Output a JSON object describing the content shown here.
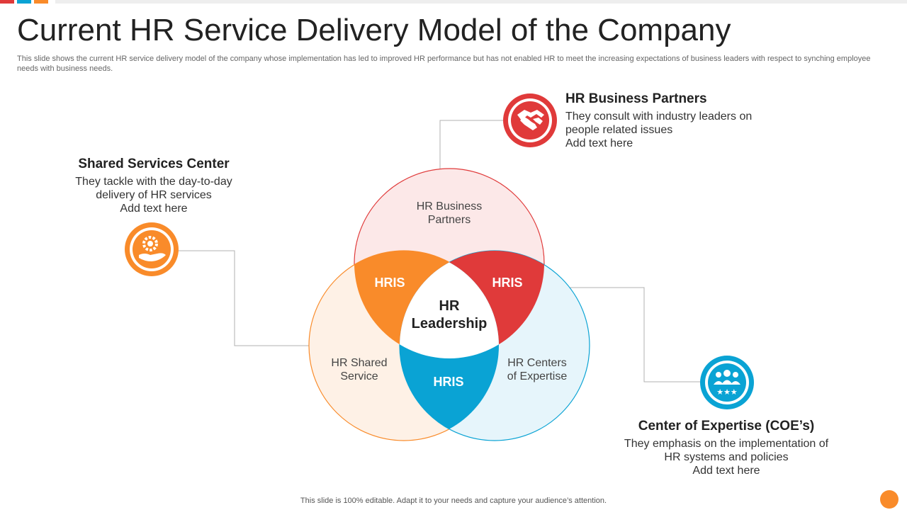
{
  "slide": {
    "title": "Current HR Service Delivery Model of the Company",
    "subtitle": "This slide shows the current HR service delivery model of the company whose implementation has led to improved HR performance but has not enabled HR to meet the increasing expectations of business leaders with respect to synching employee needs with business needs.",
    "footer": "This slide is 100% editable. Adapt it to your needs and capture your audience’s attention."
  },
  "colors": {
    "orange": "#f98b2a",
    "red": "#e03a3a",
    "blue": "#0aa3d4",
    "gray_line": "#b0b0b0"
  },
  "diagram": {
    "circles": {
      "top": "HR Business\nPartners",
      "left": "HR  Shared\nService",
      "right": "HR Centers\nof Expertise"
    },
    "overlaps": {
      "left": "HRIS",
      "right": "HRIS",
      "bottom": "HRIS"
    },
    "center": "HR\nLeadership"
  },
  "panels": {
    "business_partners": {
      "title": "HR Business Partners",
      "body": "They consult with industry leaders on people related issues",
      "add": "Add text here",
      "icon": "handshake-icon"
    },
    "shared_services": {
      "title": "Shared Services Center",
      "body": "They tackle with the day-to-day delivery of HR services",
      "add": "Add text here",
      "icon": "gear-hand-icon"
    },
    "expertise": {
      "title": "Center of Expertise (COE’s)",
      "body": "They emphasis on the implementation of HR systems and policies",
      "add": "Add text here",
      "icon": "team-icon"
    }
  }
}
